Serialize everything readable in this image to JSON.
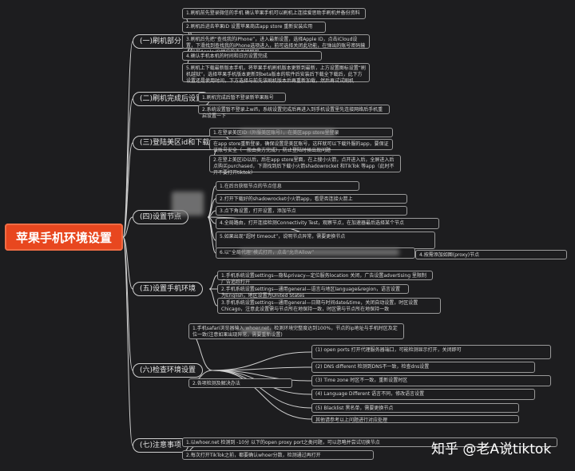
{
  "root": "苹果手机环境设置",
  "branches": [
    {
      "label": "(一)刷机部分",
      "leaves": [
        "1.刷机前先登录微信的手机 确认苹果手机可以刷机上连接爱思助手刷机并备份资料",
        "2.刷机后进去苹果ID 设置苹果商店app store 重新安装应用",
        "3.刷机后先把“查找我的iPhone”，进入最新设置，选择Apple ID，点击iCloud设置，下滑找到查找我的iPhone选项进入，前可选择关闭此功能，在弹出的账号密码输入当前Apple ID相应的来关闭即可",
        "4.确认手机本机的时间和日历设置完成",
        "5.刷机上下载最新版本手机，将苹果手机刷机版本更新到最新，上方设置图标设置“刷机越狱”，选择苹果手机版本更新到beta版本的软件后安装后下载全下载后，此下方设置还是使用时间，下方选择与前先该刷机版本后再重新加载，然后再试试刷机"
      ]
    },
    {
      "label": "(二)刷机完成后设置",
      "leaves": [
        "1.刷机完成后暂不登录新苹果账号",
        "2.系统设置暂不登录上wifi，系统设置完成后再进入到手机设置里先连接网络后手机重启设置一下"
      ]
    },
    {
      "label": "(三)登陆美区id和下载app",
      "leaves": [
        "1.在登录美区ID（外服美区账号），在美区app store里登录",
        "在app store重新登录，确保设置是美区账号，这样就可以下载外服的app，要保证该账号安全（一般由卖方完成），防止登陆时候出现问题",
        "2.在登上美区iD以后，后在app store里面，在上搜小火箭，点开进入后，全屏进入后点购买purchased，下滑找到后下载小火箭shadowrocket 和TikTok 等app（此时不开不要打开tiktok）"
      ]
    },
    {
      "label": "(四)设置节点",
      "leaves": [
        "1.在后台获取节点的节点信息",
        "2.打开下载好的shadowrocket小火箭app，看是否连接火箭上",
        "3.点下角设置，打开设置，添加节点",
        "4.全局路由，打开连接检测Connectivity Test，观察节点，在加速器最后选择某个节点",
        "5.如果出现“超时 timeout”，说明节点异常，需要更换节点",
        "6.以“全局代理”模式打开，点击“允许Allow”",
        "4.按需添加如图(proxy)节点"
      ]
    },
    {
      "label": "(五)设置手机环境",
      "leaves": [
        "1.手机系统设置settings—隐私privacy—定位服务location 关闭，广告设置advertising 里限制广告追踪打开",
        "2.手机系统设置settings—通用general—语言与地区language&region，语言设置为English，地区设置为United States",
        "3.手机系统设置settings—通用general—日期与时间date&time，关闭自动设置，时区设置Chicago，注意此设置需与节点所在地保持一致，时区需与节点所在地保持一致"
      ]
    },
    {
      "label": "(六)检查环境设置",
      "leaves": [
        "1.手机safari浏览器输入 whoer.net，检测环境完整度达到100%，节点的ip地址与手机时区及定位一致(注意如果出现异常，需要重新设置)",
        "2.各项检测及解决办法",
        "(1) open ports 打开代理服务器端口，可能检测显示打开，关闭即可",
        "(2) DNS different 检测到DNS不一致，检查dns设置",
        "(3) Time zone 时区不一致，重新设置时区",
        "(4) Language Different 语言不同，修改语言设置",
        "(5) Blacklist 黑名单，需要更换节点",
        "其他请参考以上问题进行对应处理"
      ]
    },
    {
      "label": "(七)注意事项",
      "leaves": [
        "1.以whoer.net 检测到 -10分 以下的open proxy port之类问题，可以忽略并尝试切换节点",
        "2.每次打开TikTok之前，都要确认whoer分数，检测通过再打开"
      ]
    }
  ],
  "watermark": "知乎 @老A说tiktok"
}
